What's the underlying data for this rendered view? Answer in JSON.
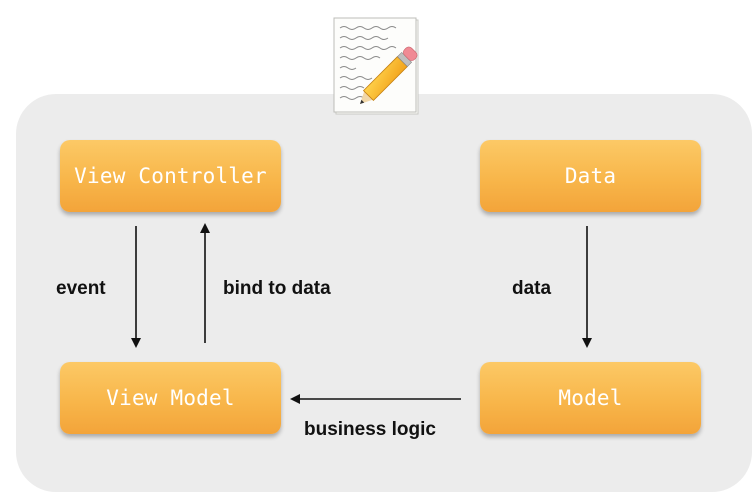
{
  "boxes": {
    "view_controller": "View Controller",
    "data": "Data",
    "view_model": "View Model",
    "model": "Model"
  },
  "arrows": {
    "event": "event",
    "bind_to_data": "bind to data",
    "data": "data",
    "business_logic": "business logic"
  },
  "icons": {
    "app_icon": "textedit-pencil-icon"
  },
  "colors": {
    "box_fill": "#f8b64a",
    "panel": "#ececec",
    "text": "#111111"
  }
}
